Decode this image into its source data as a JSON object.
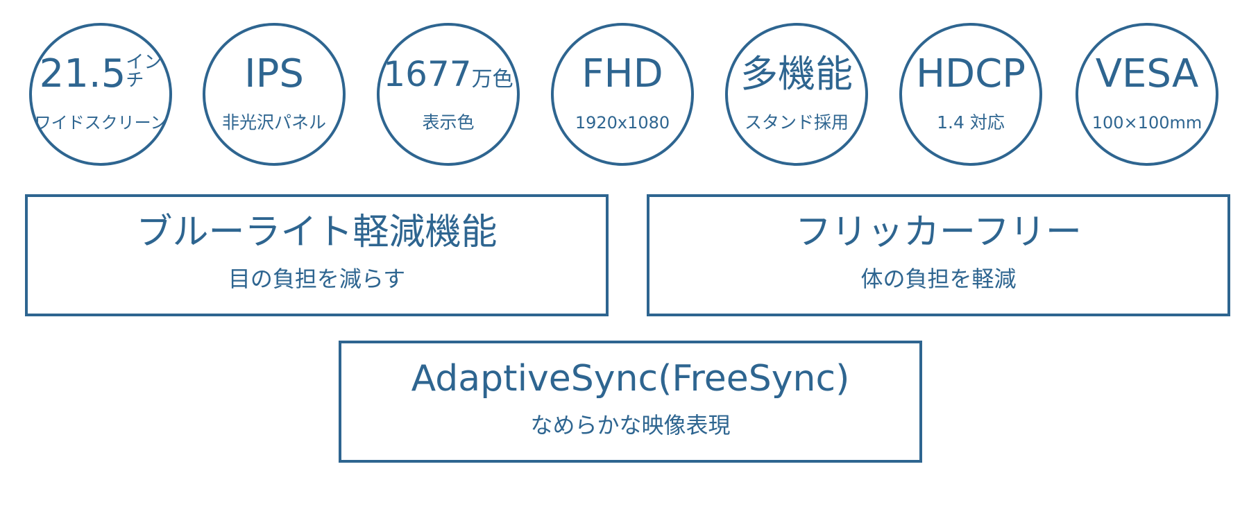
{
  "features": [
    {
      "main": "21.5",
      "unit_top": "イン",
      "unit_bottom": "チ",
      "sub": "ワイドスクリーン"
    },
    {
      "main": "IPS",
      "sub": "非光沢パネル"
    },
    {
      "main": "1677",
      "unit": "万色",
      "sub": "表示色"
    },
    {
      "main": "FHD",
      "sub": "1920x1080"
    },
    {
      "main": "多機能",
      "sub": "スタンド採用"
    },
    {
      "main": "HDCP",
      "sub": "1.4 対応"
    },
    {
      "main": "VESA",
      "sub": "100×100mm"
    }
  ],
  "boxes": [
    {
      "title": "ブルーライト軽減機能",
      "subtitle": "目の負担を減らす"
    },
    {
      "title": "フリッカーフリー",
      "subtitle": "体の負担を軽減"
    },
    {
      "title": "AdaptiveSync(FreeSync)",
      "subtitle": "なめらかな映像表現"
    }
  ],
  "colors": {
    "accent": "#2e6590",
    "background": "#ffffff"
  }
}
